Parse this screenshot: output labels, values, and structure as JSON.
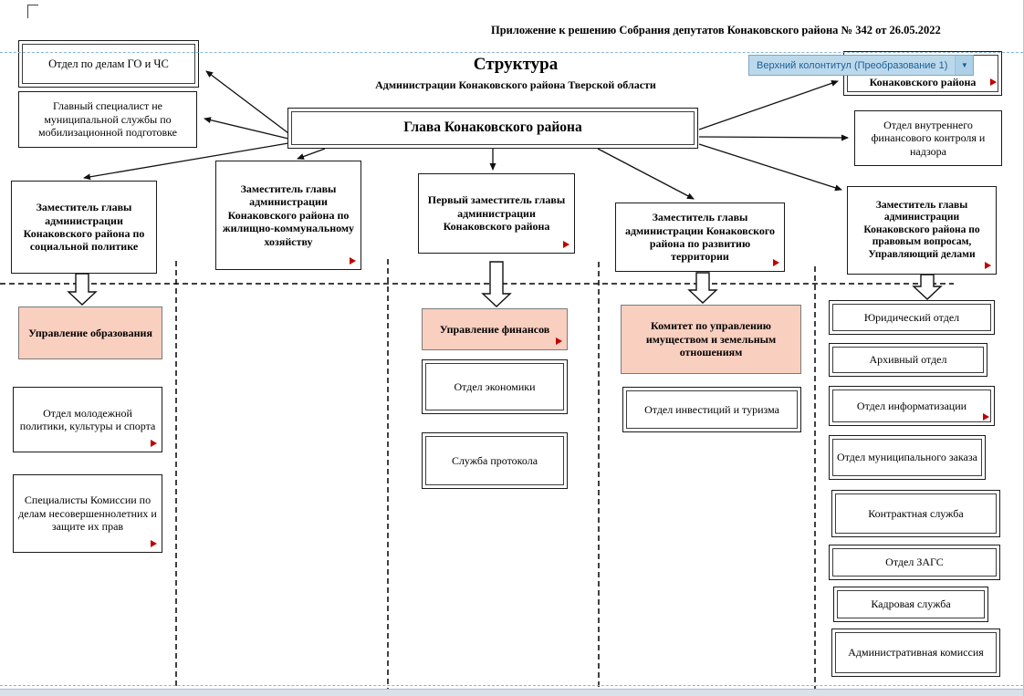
{
  "colors": {
    "highlight_fill": "#f9cfc0",
    "marker_red": "#c00000",
    "tab_bg": "#bcd9ec",
    "tab_text": "#1c5f98",
    "guide_blue": "#8ab4d8"
  },
  "word_ui": {
    "header_tab_label": "Верхний колонтитул (Преобразование 1)",
    "dropdown_icon": "▼"
  },
  "document": {
    "annotation": "Приложение  к решению Собрания депутатов Конаковского района № 342 от 26.05.2022",
    "title": "Структура",
    "subtitle": "Администрации Конаковского района Тверской области"
  },
  "org": {
    "head": {
      "label": "Глава Конаковского района"
    },
    "boxes": {
      "go_chs": {
        "label": "Отдел по делам ГО и ЧС"
      },
      "mob": {
        "label": "Главный специалист не муниципальной службы по мобилизационной подготовке"
      },
      "dep_social": {
        "label": "Заместитель главы администрации Конаковского района по социальной политике"
      },
      "dep_gkh": {
        "label": "Заместитель главы администрации Конаковского района по жилищно-коммунальному хозяйству"
      },
      "first_dep": {
        "label": "Первый заместитель главы администрации Конаковского района"
      },
      "dep_territory": {
        "label": "Заместитель главы администрации Конаковского района по развитию территории"
      },
      "dep_legal": {
        "label": "Заместитель главы администрации Конаковского района по правовым вопросам, Управляющий делами"
      },
      "konakovsky": {
        "label": "Конаковского района"
      },
      "fin_control": {
        "label": "Отдел внутреннего финансового контроля и надзора"
      },
      "upr_obraz": {
        "label": "Управление образования"
      },
      "otdel_molodezh": {
        "label": "Отдел молодежной политики, культуры и спорта"
      },
      "spec_komissii": {
        "label": "Специалисты Комиссии по делам несовершеннолетних и защите их прав"
      },
      "upr_fin": {
        "label": "Управление финансов"
      },
      "otdel_econom": {
        "label": "Отдел экономики"
      },
      "sluzhba_protokola": {
        "label": "Служба протокола"
      },
      "komitet": {
        "label": "Комитет по управлению имуществом и земельным отношениям"
      },
      "otdel_invest": {
        "label": "Отдел инвестиций и туризма"
      }
    },
    "right_items": [
      {
        "label": "Юридический отдел"
      },
      {
        "label": "Архивный отдел"
      },
      {
        "label": "Отдел информатизации"
      },
      {
        "label": "Отдел муниципального заказа"
      },
      {
        "label": "Контрактная служба"
      },
      {
        "label": "Отдел ЗАГС"
      },
      {
        "label": "Кадровая служба"
      },
      {
        "label": "Административная комиссия"
      }
    ]
  }
}
